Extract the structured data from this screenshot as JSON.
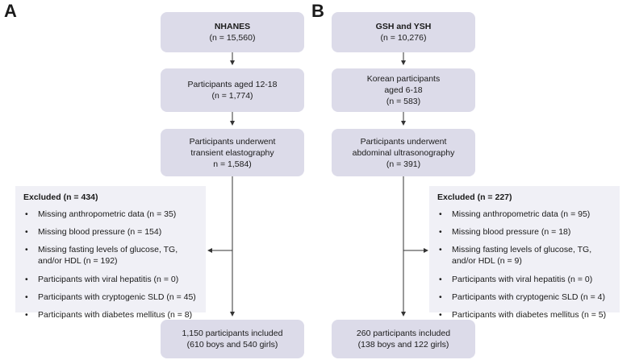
{
  "panelA": {
    "letter": "A",
    "box1": {
      "title": "NHANES",
      "n": "(n = 15,560)"
    },
    "box2": {
      "line1": "Participants aged 12-18",
      "line2": "(n = 1,774)"
    },
    "box3": {
      "line1": "Participants underwent",
      "line2": "transient elastography",
      "line3": "n = 1,584)"
    },
    "excluded": {
      "heading": "Excluded (n = 434)",
      "items": [
        "Missing anthropometric data (n = 35)",
        "Missing blood pressure (n = 154)",
        "Missing fasting levels of glucose, TG, and/or HDL (n = 192)",
        "Participants with viral hepatitis (n = 0)",
        "Participants with cryptogenic SLD (n = 45)",
        "Participants with diabetes mellitus (n = 8)"
      ]
    },
    "final": {
      "line1": "1,150 participants included",
      "line2": "(610 boys and  540 girls)"
    }
  },
  "panelB": {
    "letter": "B",
    "box1": {
      "title": "GSH and YSH",
      "n": "(n = 10,276)"
    },
    "box2": {
      "line1": "Korean participants",
      "line2": "aged 6-18",
      "line3": "(n = 583)"
    },
    "box3": {
      "line1": "Participants underwent",
      "line2": "abdominal ultrasonography",
      "line3": "(n = 391)"
    },
    "excluded": {
      "heading": "Excluded (n = 227)",
      "items": [
        "Missing anthropometric data (n = 95)",
        "Missing blood pressure (n = 18)",
        "Missing fasting levels of glucose, TG, and/or HDL (n = 9)",
        "Participants with viral hepatitis (n = 0)",
        "Participants with cryptogenic SLD (n = 4)",
        "Participants with diabetes mellitus (n = 5)"
      ]
    },
    "final": {
      "line1": "260 participants included",
      "line2": "(138 boys and 122 girls)"
    }
  },
  "colors": {
    "box": "#dcdbe9",
    "excluded_box": "#f0f0f6",
    "arrow": "#333333"
  }
}
